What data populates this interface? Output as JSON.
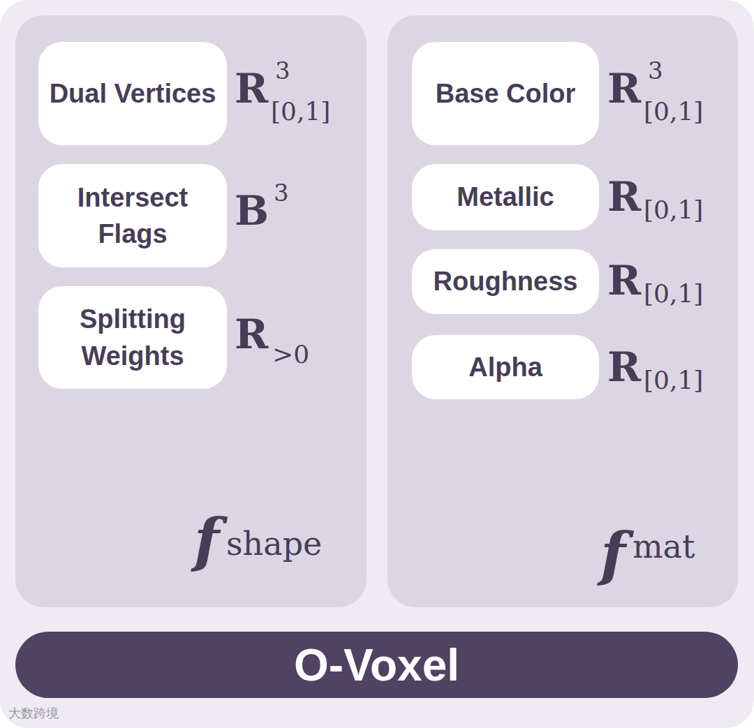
{
  "diagram": {
    "nodes": [
      {
        "text": [
          "f",
          "shape"
        ]
      },
      {
        "text": [
          "Dual Vertices"
        ],
        "in": 0
      },
      {
        "text": [
          "Intersect Flags"
        ],
        "in": 0
      },
      {
        "text": [
          "Splitting Weights"
        ],
        "in": 0
      },
      {
        "text": [
          "f",
          "mat"
        ]
      },
      {
        "text": [
          "Base Color"
        ],
        "in": 4
      },
      {
        "text": [
          "Metallic"
        ],
        "in": 4
      },
      {
        "text": [
          "Roughness"
        ],
        "in": 4
      },
      {
        "text": [
          "Alpha"
        ],
        "in": 4
      },
      {
        "text": [
          "O-Voxel"
        ]
      }
    ],
    "edges": [],
    "labels": [
      "R",
      "3",
      "[0,1]",
      "B",
      "3",
      "R",
      ">0",
      "R",
      "3",
      "[0,1]",
      "R",
      "[0,1]",
      "R",
      "[0,1]",
      "R",
      "[0,1]",
      "大数跨境"
    ]
  }
}
